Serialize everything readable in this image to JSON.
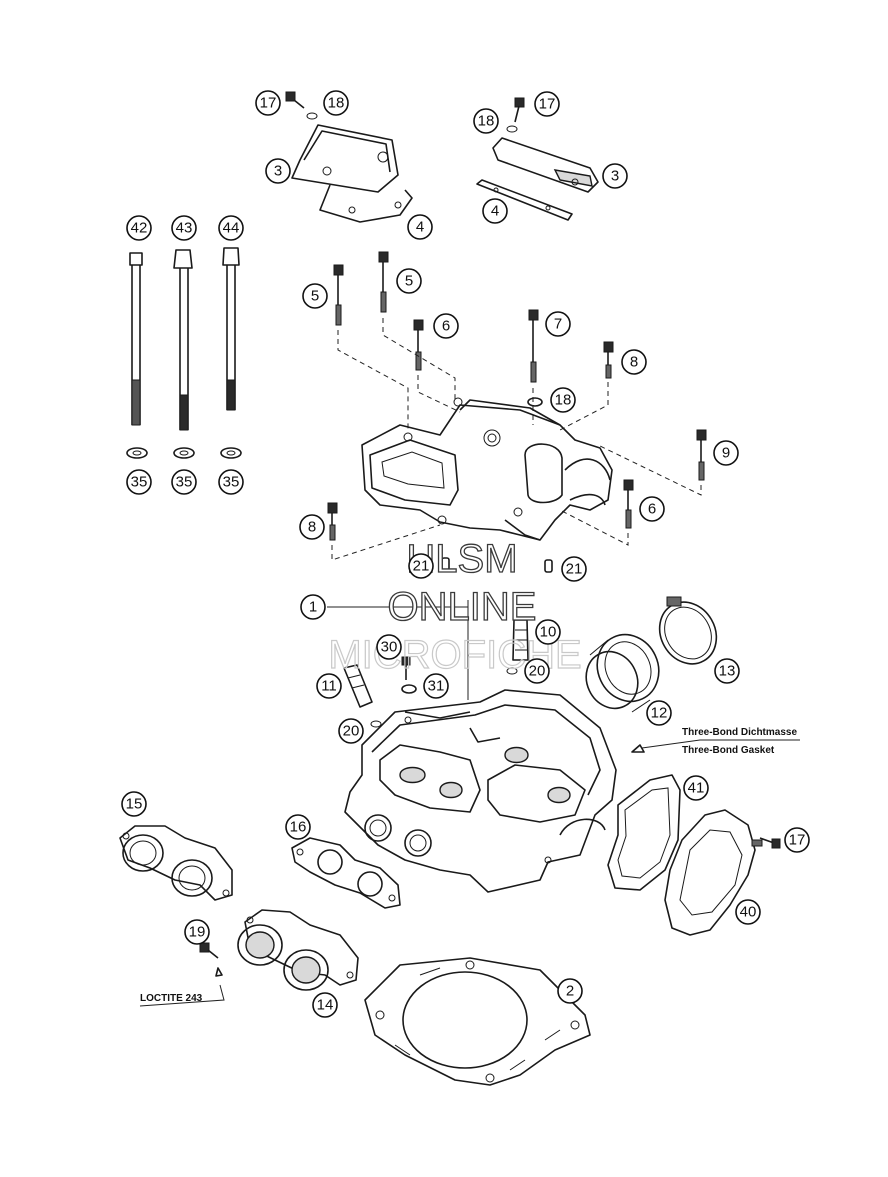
{
  "callouts": [
    {
      "label": "17"
    },
    {
      "label": "18"
    },
    {
      "label": "3"
    },
    {
      "label": "4"
    },
    {
      "label": "17"
    },
    {
      "label": "18"
    },
    {
      "label": "3"
    },
    {
      "label": "4"
    },
    {
      "label": "42"
    },
    {
      "label": "43"
    },
    {
      "label": "44"
    },
    {
      "label": "35"
    },
    {
      "label": "35"
    },
    {
      "label": "35"
    },
    {
      "label": "5"
    },
    {
      "label": "5"
    },
    {
      "label": "6"
    },
    {
      "label": "7"
    },
    {
      "label": "8"
    },
    {
      "label": "18"
    },
    {
      "label": "9"
    },
    {
      "label": "6"
    },
    {
      "label": "8"
    },
    {
      "label": "21"
    },
    {
      "label": "21"
    },
    {
      "label": "1"
    },
    {
      "label": "10"
    },
    {
      "label": "13"
    },
    {
      "label": "30"
    },
    {
      "label": "20"
    },
    {
      "label": "11"
    },
    {
      "label": "31"
    },
    {
      "label": "12"
    },
    {
      "label": "20"
    },
    {
      "label": "41"
    },
    {
      "label": "15"
    },
    {
      "label": "16"
    },
    {
      "label": "17"
    },
    {
      "label": "40"
    },
    {
      "label": "19"
    },
    {
      "label": "14"
    },
    {
      "label": "2"
    }
  ],
  "notes": {
    "three_bond_de": "Three-Bond Dichtmasse",
    "three_bond_en": "Three-Bond Gasket",
    "loctite": "LOCTITE 243"
  },
  "watermark": {
    "line1": "HLSM",
    "line2": "ONLINE",
    "line3": "MICROFICHE"
  }
}
